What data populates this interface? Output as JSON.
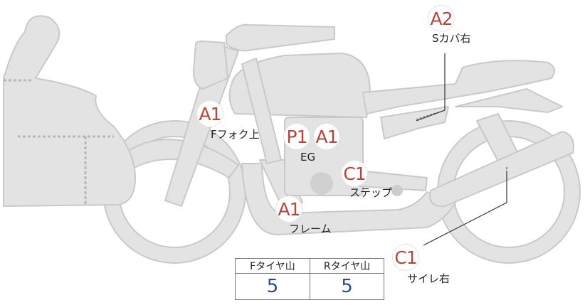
{
  "markers": {
    "s_cover_right": "A2",
    "f_fork_upper": "A1",
    "eg_p": "P1",
    "eg_a": "A1",
    "step": "C1",
    "frame": "A1",
    "muffler_right": "C1"
  },
  "labels": {
    "s_cover_right": "Sカバ右",
    "f_fork_upper": "Fフォク上",
    "eg": "EG",
    "step": "ステップ",
    "frame": "フレーム",
    "muffler_right": "サイレ右"
  },
  "tire_table": {
    "front_header": "Fタイヤ山",
    "rear_header": "Rタイヤ山",
    "front_value": "5",
    "rear_value": "5"
  },
  "colors": {
    "body_fill": "#e3e3e3",
    "body_stroke": "#c9c9c9",
    "marker_text": "#b8453c",
    "value_text": "#2e4a8a"
  }
}
